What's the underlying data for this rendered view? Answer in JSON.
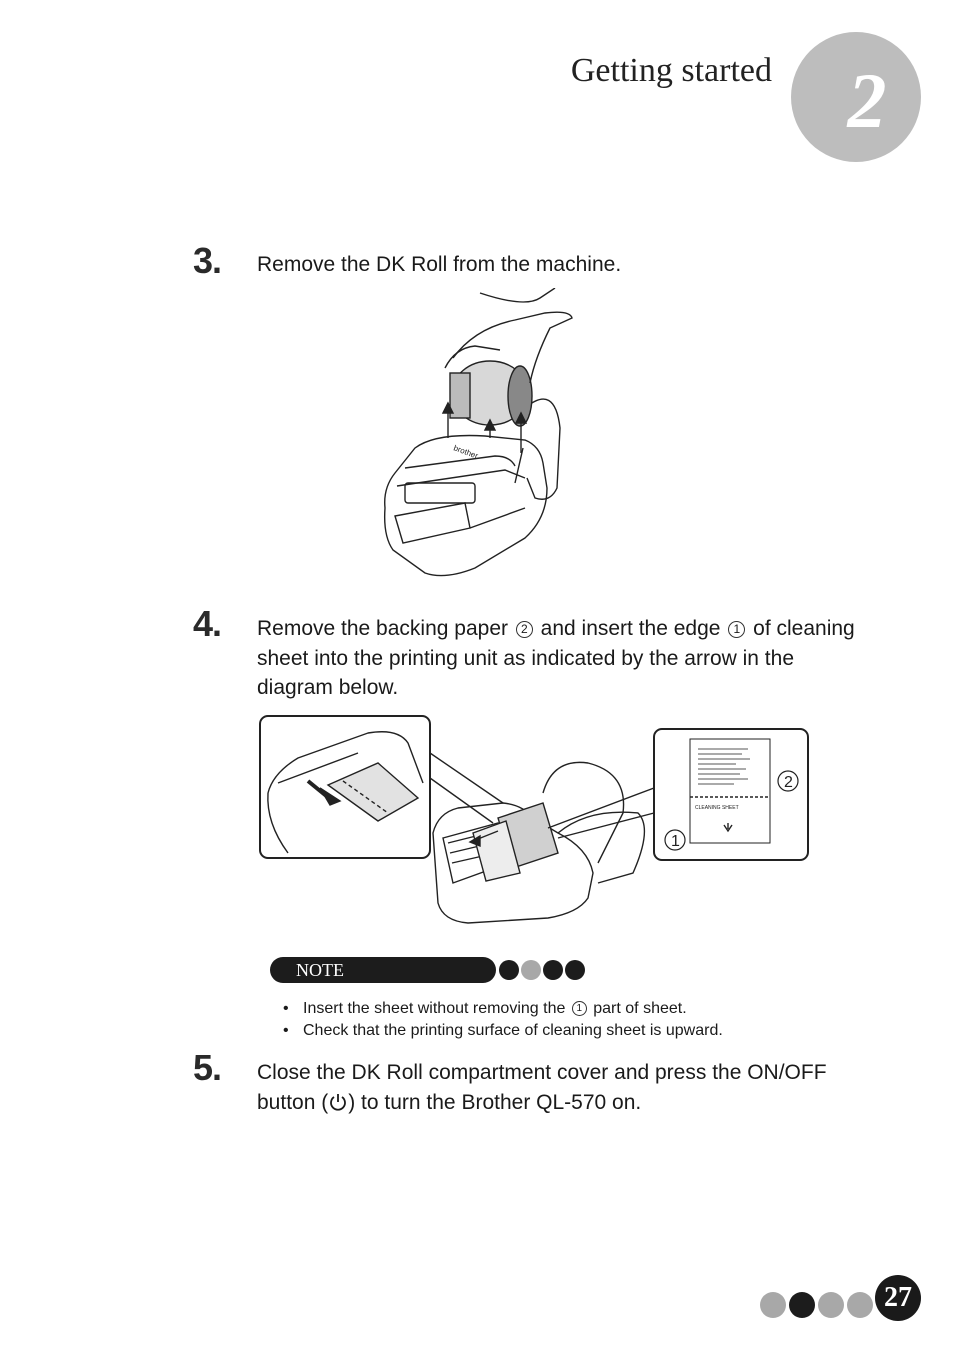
{
  "header": {
    "chapter_title": "Getting started",
    "chapter_number": "2"
  },
  "steps": [
    {
      "number": "3.",
      "text": "Remove the DK Roll from the machine."
    },
    {
      "number": "4.",
      "text_parts": [
        "Remove the backing paper ",
        "②",
        " and insert the edge ",
        "①",
        " of cleaning",
        "sheet into the printing unit as indicated by the arrow in the",
        "diagram below."
      ]
    },
    {
      "number": "5.",
      "text_parts": [
        "Close the DK Roll compartment cover and press the ON/OFF",
        "button (",
        ") to turn the Brother QL-570 on."
      ]
    }
  ],
  "figure_labels": {
    "brand": "brother",
    "cleaning_sheet": "CLEANING SHEET",
    "callout_1": "1",
    "callout_2": "2"
  },
  "note": {
    "label": "NOTE",
    "bullets": [
      {
        "parts": [
          "Insert the sheet without removing the ",
          "①",
          " part of sheet."
        ]
      },
      {
        "parts": [
          "Check that the printing surface of cleaning sheet is upward."
        ]
      }
    ]
  },
  "footer": {
    "page_number": "27"
  },
  "colors": {
    "chapter_circle": "#bdbdbd",
    "dark_dot": "#1c1c1c",
    "light_dot": "#a8a8a8"
  }
}
